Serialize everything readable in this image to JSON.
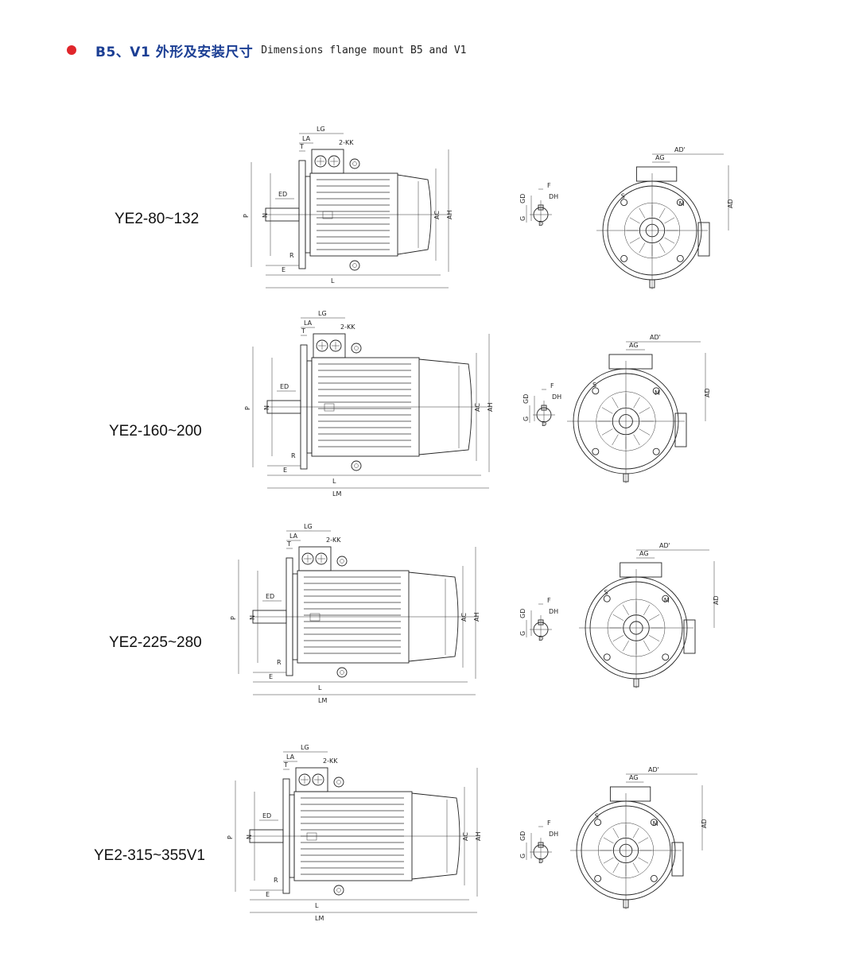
{
  "header": {
    "title_cn": "B5、V1 外形及安装尺寸",
    "title_en": "Dimensions flange mount B5 and V1"
  },
  "colors": {
    "bullet": "#e0262b",
    "title": "#1c3f94",
    "lines": "#222222"
  },
  "rows": [
    {
      "model": "YE2-80~132"
    },
    {
      "model": "YE2-160~200"
    },
    {
      "model": "YE2-225~280"
    },
    {
      "model": "YE2-315~355V1"
    }
  ],
  "labels": {
    "LG": "LG",
    "LA": "LA",
    "T": "T",
    "KK": "2-KK",
    "ED": "ED",
    "P": "P",
    "N": "N",
    "R": "R",
    "E": "E",
    "L": "L",
    "LM": "LM",
    "AC": "AC",
    "AH": "AH",
    "GD": "GD",
    "F": "F",
    "DH": "DH",
    "G": "G",
    "D": "D",
    "AD1": "AD'",
    "AG": "AG",
    "AD": "AD",
    "S": "S",
    "M": "M"
  }
}
